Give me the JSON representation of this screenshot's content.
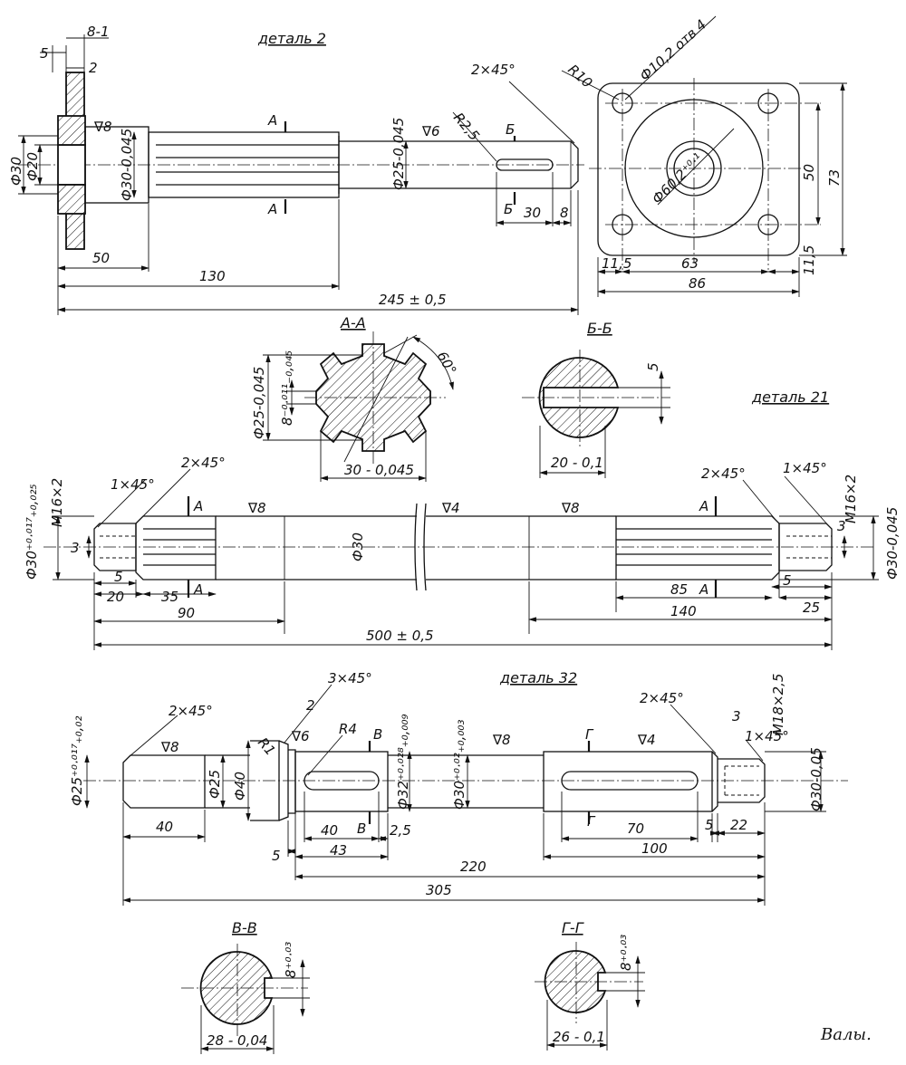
{
  "drawing_title": "Валы.",
  "parts": {
    "p2": {
      "title": "деталь 2",
      "dims": {
        "d30": "Ф30",
        "d20": "Ф20",
        "d30_tol": "Ф30-0,045",
        "d25_tol": "Ф25-0,045",
        "m8_1": "8-1",
        "m5": "5",
        "m2": "2",
        "sf8": "∇8",
        "sf6": "∇6",
        "r25": "R2,5",
        "ch2x45": "2×45°",
        "l50": "50",
        "l130": "130",
        "l245": "245 ± 0,5",
        "l30": "30",
        "l8": "8",
        "secA": "А",
        "secB": "Б"
      }
    },
    "flange": {
      "dims": {
        "r10": "R10",
        "holes": "Ф10,2 отв 4",
        "d60": "Ф60,2⁺⁰·¹",
        "l50": "50",
        "l73": "73",
        "l11_5a": "11,5",
        "l63": "63",
        "l11_5b": "11,5",
        "l86": "86"
      }
    },
    "secAA": {
      "title": "А-А",
      "dims": {
        "d25": "Ф25-0,045",
        "w8": "8⁻⁰·⁰¹¹₋₀,₀₄₅",
        "d30": "30 - 0,045",
        "ang": "60°"
      }
    },
    "secBB": {
      "title": "Б-Б",
      "dims": {
        "w5": "5",
        "l20": "20 - 0,1"
      }
    },
    "p21": {
      "title": "деталь 21",
      "dims": {
        "ch1x45l": "1×45°",
        "ch2x45l": "2×45°",
        "ch2x45r": "2×45°",
        "ch1x45r": "1×45°",
        "m16l": "М16×2",
        "m16r": "М16×2",
        "d30l": "Ф30⁺⁰·⁰¹⁷₊₀,₀₂₅",
        "d30r": "Ф30-0,045",
        "d30c": "Ф30",
        "sf8a": "∇8",
        "sf4": "∇4",
        "sf8b": "∇8",
        "l3l": "3",
        "l3r": "3",
        "l5l": "5",
        "l5r": "5",
        "l20": "20",
        "l35": "35",
        "l90": "90",
        "l85": "85",
        "l25": "25",
        "l140": "140",
        "l500": "500 ± 0,5",
        "secA": "А"
      }
    },
    "p32": {
      "title": "деталь 32",
      "dims": {
        "ch2x45l": "2×45°",
        "ch3x45": "3×45°",
        "ch2x45r": "2×45°",
        "ch1x45": "1×45°",
        "m18": "М18×2,5",
        "d25tol": "Ф25⁺⁰·⁰¹⁷₊₀,₀₂",
        "d25": "Ф25",
        "d40": "Ф40",
        "d32": "Ф32⁺⁰·⁰²⁸₊₀,₀₀₉",
        "d30": "Ф30⁺⁰·⁰²₊₀,₀₀₃",
        "d30r": "Ф30-0,05",
        "r1": "R1",
        "r4": "R4",
        "l2": "2",
        "l3": "3",
        "sf6": "∇6",
        "sf8a": "∇8",
        "sf8b": "∇8",
        "sf4": "∇4",
        "l40a": "40",
        "l40b": "40",
        "l43": "43",
        "l25": "2,5",
        "l5a": "5",
        "l220": "220",
        "l305": "305",
        "l70": "70",
        "l100": "100",
        "l5b": "5",
        "l22": "22",
        "secV": "В",
        "secG": "Г"
      }
    },
    "secVV": {
      "title": "В-В",
      "dims": {
        "w8": "8⁺⁰·⁰³",
        "l28": "28 - 0,04"
      }
    },
    "secGG": {
      "title": "Г-Г",
      "dims": {
        "w8": "8⁺⁰·⁰³",
        "l26": "26 - 0,1"
      }
    }
  }
}
